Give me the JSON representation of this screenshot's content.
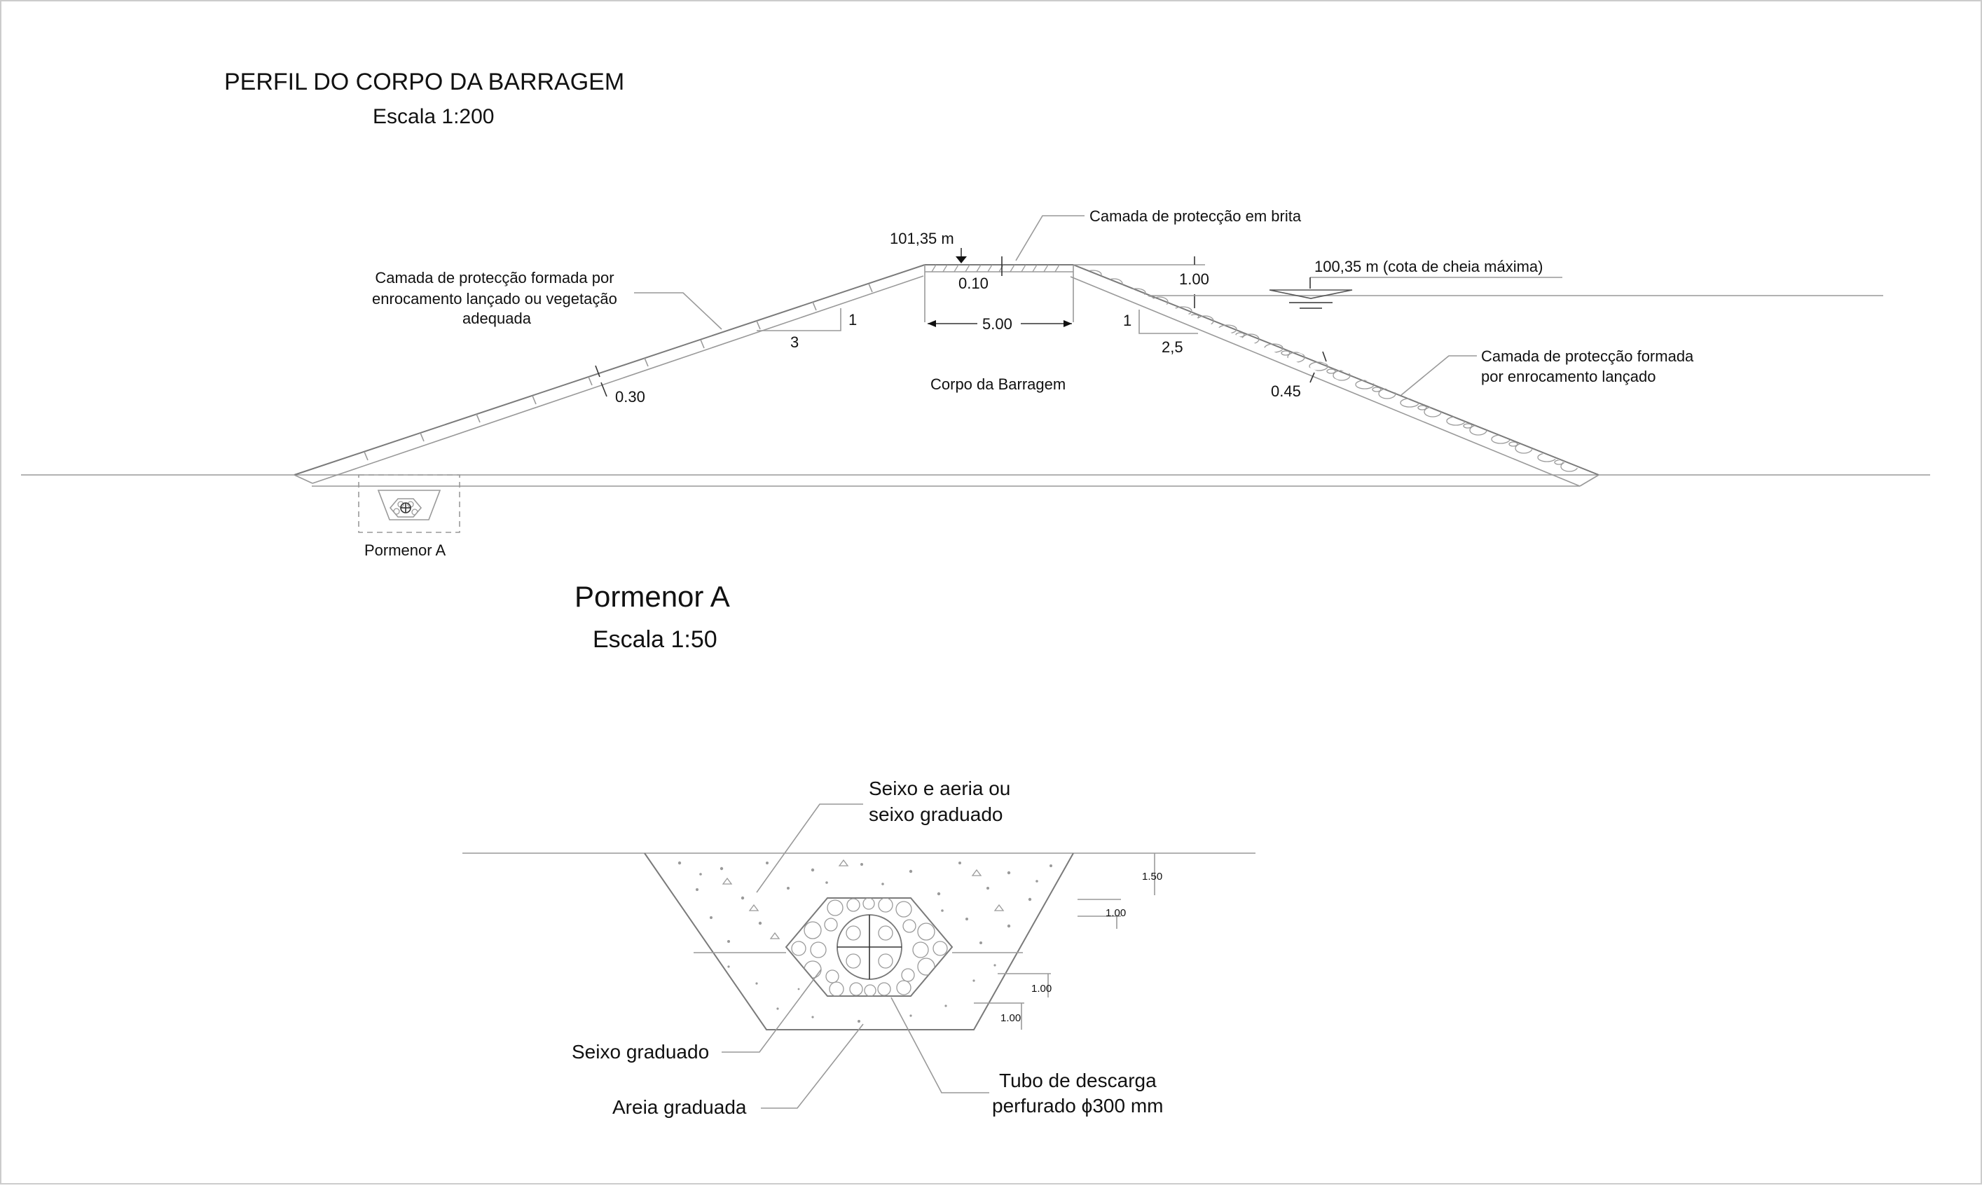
{
  "profile": {
    "title": "PERFIL DO CORPO DA BARRAGEM",
    "scale": "Escala 1:200",
    "crest_elevation": "101,35 m",
    "crest_layer_note": "Camada de protecção em brita",
    "crest_layer_thickness": "0.10",
    "crest_width": "5.00",
    "freeboard": "1.00",
    "max_flood_level": "100,35 m (cota de cheia máxima)",
    "upstream_protection_note": [
      "Camada de protecção formada por",
      "enrocamento lançado ou vegetação",
      "adequada"
    ],
    "upstream_slope_v": "1",
    "upstream_slope_h": "3",
    "upstream_layer_thickness": "0.30",
    "body_label": "Corpo da Barragem",
    "downstream_slope_v": "1",
    "downstream_slope_h": "2,5",
    "downstream_layer_thickness": "0.45",
    "downstream_protection_note": [
      "Camada de protecção formada",
      "por enrocamento lançado"
    ],
    "detail_ref": "Pormenor A"
  },
  "detail": {
    "title": "Pormenor A",
    "scale": "Escala 1:50",
    "top_fill_label": [
      "Seixo e aeria ou",
      "seixo graduado"
    ],
    "gravel_label": "Seixo graduado",
    "sand_label": "Areia graduada",
    "pipe_label": [
      "Tubo de descarga",
      "perfurado ϕ300 mm"
    ],
    "dim_top": "1.50",
    "dim_2": "1.00",
    "dim_3": "1.00",
    "dim_4": "1.00"
  }
}
